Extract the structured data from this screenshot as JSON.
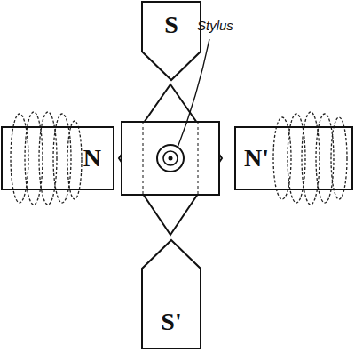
{
  "diagram": {
    "nodes": [
      {
        "text": [
          "S"
        ]
      },
      {
        "text": [
          "N"
        ]
      },
      {
        "text": [
          "N'"
        ]
      },
      {
        "text": [
          "S'"
        ]
      }
    ],
    "labels": [
      "Stylus"
    ]
  }
}
